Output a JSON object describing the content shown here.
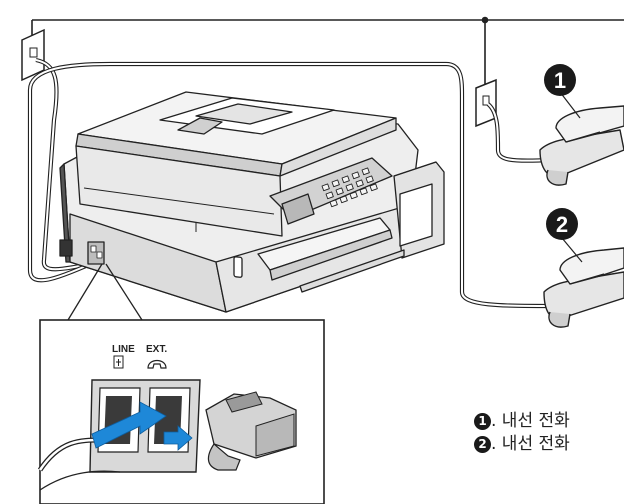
{
  "labels": {
    "line_port": "LINE",
    "ext_port": "EXT.",
    "phone_badge_1": "1",
    "phone_badge_2": "2"
  },
  "legend": [
    {
      "num": "1",
      "text": ". 내선 전화"
    },
    {
      "num": "2",
      "text": ". 내선 전화"
    }
  ],
  "colors": {
    "stroke": "#222222",
    "fill_light": "#ededed",
    "fill_mid": "#d6d6d6",
    "fill_dark": "#9a9a9a",
    "arrow_blue": "#1e88d8"
  }
}
